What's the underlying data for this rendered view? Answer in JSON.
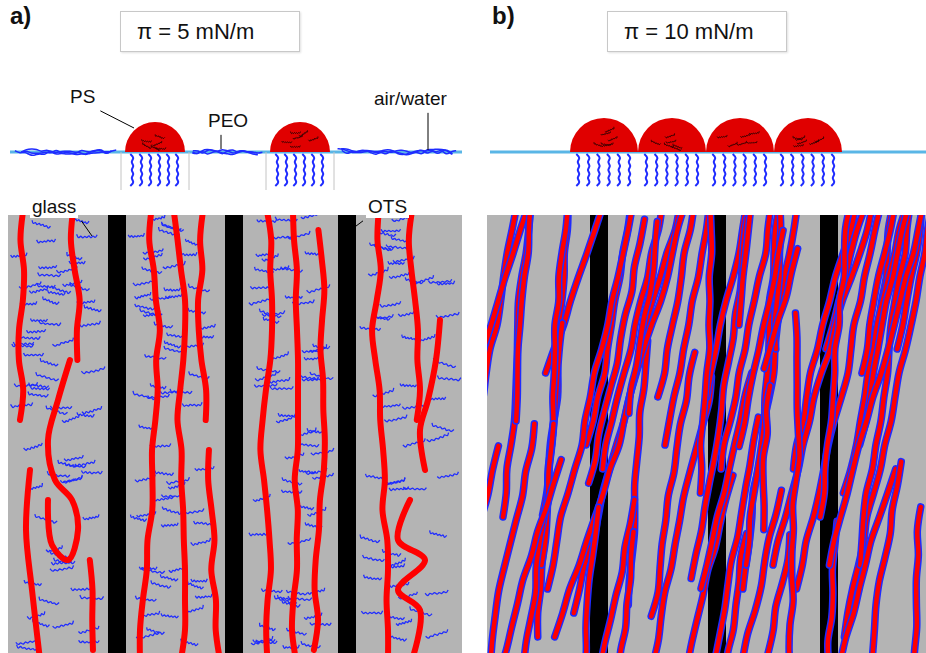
{
  "diagram": {
    "nodes": [
      {
        "text": [
          "π = 5 mN/m"
        ]
      },
      {
        "text": [
          "π = 10 mN/m"
        ]
      }
    ],
    "labels": [
      "a)",
      "b)",
      "PS",
      "PEO",
      "air/water",
      "glass",
      "OTS"
    ]
  }
}
